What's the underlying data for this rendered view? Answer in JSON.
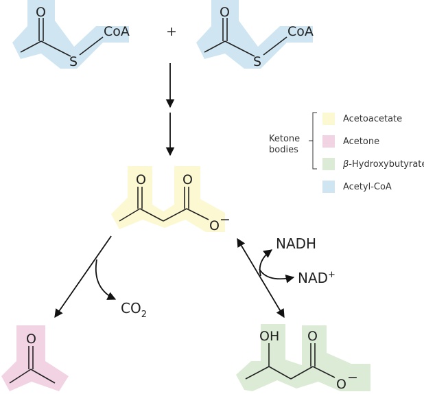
{
  "molecules": {
    "acetyl_coa_1": {
      "o": "O",
      "s": "S",
      "coa": "CoA"
    },
    "plus": "+",
    "acetyl_coa_2": {
      "o": "O",
      "s": "S",
      "coa": "CoA"
    },
    "acetoacetate": {
      "o1": "O",
      "o2": "O",
      "o_minus": "O",
      "charge": "−"
    },
    "acetone": {
      "o": "O"
    },
    "hydroxybutyrate": {
      "oh": "OH",
      "o": "O",
      "o_minus": "O",
      "charge": "−"
    }
  },
  "reagents": {
    "co2_main": "CO",
    "co2_sub": "2",
    "nadh": "NADH",
    "nad_main": "NAD",
    "nad_sup": "+"
  },
  "legend": {
    "group_label_line1": "Ketone",
    "group_label_line2": "bodies",
    "items": [
      {
        "label": "Acetoacetate",
        "color": "#fbf8d2"
      },
      {
        "label": "Acetone",
        "color": "#f2d3e3"
      },
      {
        "prefix": "β",
        "label": "-Hydroxybutyrate",
        "color": "#dcebd5"
      },
      {
        "label": "Acetyl-CoA",
        "color": "#cfe6f2"
      }
    ]
  },
  "colors": {
    "acetoacetate": "#fbf8d2",
    "acetone": "#f2d3e3",
    "hydroxybutyrate": "#dcebd5",
    "acetyl_coa": "#cfe6f2"
  }
}
